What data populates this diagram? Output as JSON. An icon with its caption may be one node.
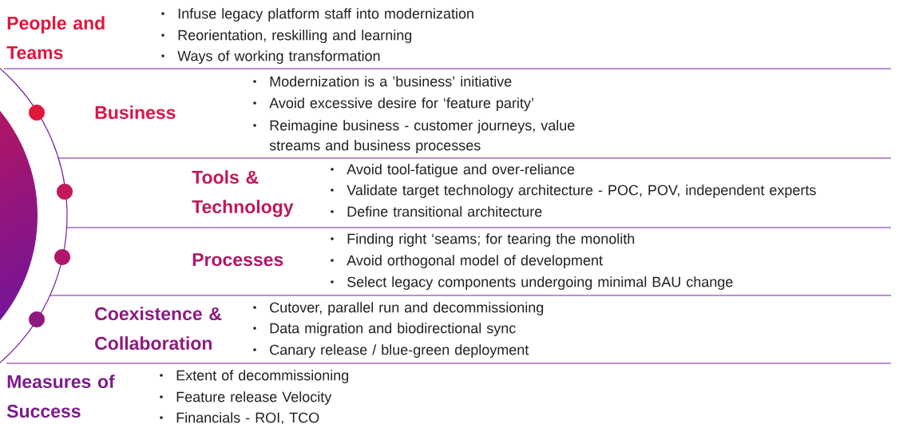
{
  "diagram": {
    "labels": [
      "People and Teams",
      "Infuse legacy platform staff into modernization",
      "Reorientation, reskilling and learning",
      "Ways of working transformation",
      "Business",
      "Modernization is a ’business’ initiative",
      "Avoid excessive desire for ‘feature parity’",
      "Reimagine business - customer journeys, value streams and business processes",
      "Tools & Technology",
      "Avoid tool-fatigue and over-reliance",
      "Validate target technology architecture - POC, POV, independent experts",
      "Define transitional architecture",
      "Processes",
      "Finding right ‘seams; for tearing the monolith",
      "Avoid orthogonal model of development",
      "Select legacy components undergoing minimal BAU change",
      "Coexistence & Collaboration",
      "Cutover, parallel run and decommissioning",
      "Data migration and biodirectional sync",
      "Canary release / blue-green deployment",
      "Measures of Success",
      "Extent of decommissioning",
      "Feature release Velocity",
      "Financials - ROI, TCO"
    ]
  }
}
